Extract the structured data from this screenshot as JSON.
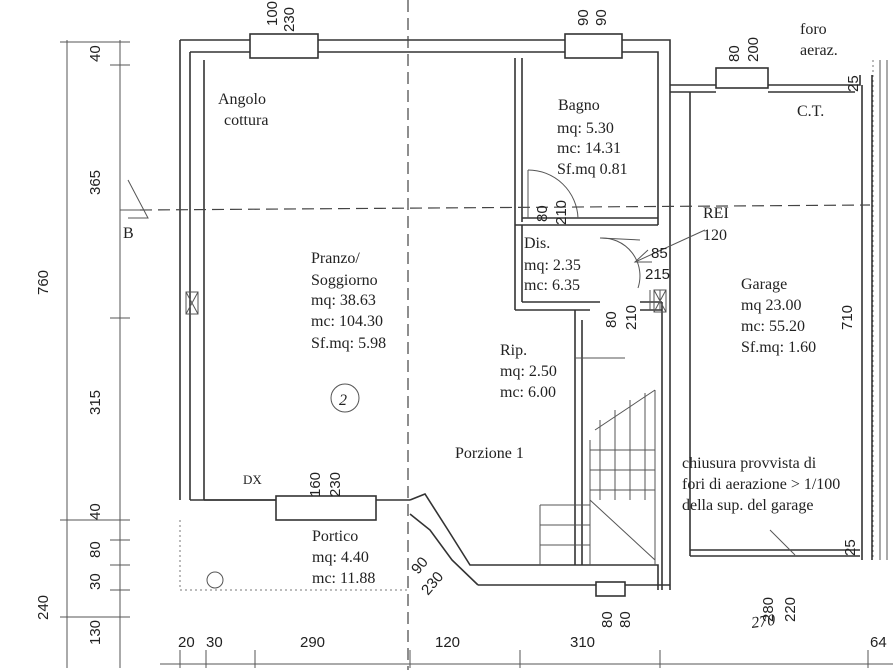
{
  "rooms": {
    "angolo_cottura": {
      "line1": "Angolo",
      "line2": "cottura"
    },
    "bagno": {
      "name": "Bagno",
      "mq": "mq: 5.30",
      "mc": "mc: 14.31",
      "sf": "Sf.mq 0.81"
    },
    "dis": {
      "name": "Dis.",
      "mq": "mq: 2.35",
      "mc": "mc: 6.35"
    },
    "pranzo": {
      "line1": "Pranzo/",
      "line2": "Soggiorno",
      "mq": "mq: 38.63",
      "mc": "mc: 104.30",
      "sf": "Sf.mq: 5.98"
    },
    "rip": {
      "name": "Rip.",
      "mq": "mq: 2.50",
      "mc": "mc: 6.00"
    },
    "garage": {
      "name": "Garage",
      "mq": "mq 23.00",
      "mc": "mc: 55.20",
      "sf": "Sf.mq: 1.60"
    },
    "ct": {
      "name": "C.T."
    },
    "portico": {
      "name": "Portico",
      "mq": "mq: 4.40",
      "mc": "mc: 11.88"
    },
    "porzione": {
      "name": "Porzione 1"
    }
  },
  "notes": {
    "foro": {
      "line1": "foro",
      "line2": "aeraz."
    },
    "rei": {
      "line1": "REI",
      "line2": "120"
    },
    "chiusura": {
      "line1": "chiusura provvista di",
      "line2": "fori di aerazione > 1/100",
      "line3": "della sup. del garage"
    },
    "section_b": "B",
    "dx": "DX",
    "handwritten_circle": "2",
    "handwritten_270": "270"
  },
  "dimensions": {
    "left_outer": [
      "760",
      "240"
    ],
    "left_inner": [
      "40",
      "365",
      "315",
      "40",
      "80",
      "30",
      "130"
    ],
    "bottom": [
      "20",
      "30",
      "290",
      "120",
      "310",
      "64"
    ],
    "right": "710",
    "top_window_1": [
      "100",
      "230"
    ],
    "top_window_2": [
      "90",
      "90"
    ],
    "top_window_3": [
      "80",
      "200"
    ],
    "bagno_door": [
      "80",
      "210"
    ],
    "rip_door": [
      "80",
      "210"
    ],
    "dis_door": [
      "85",
      "215"
    ],
    "portico_window": [
      "160",
      "230"
    ],
    "angled_door": [
      "90",
      "230"
    ],
    "bottom_door": [
      "80",
      "80"
    ],
    "garage_door": [
      "280",
      "220"
    ],
    "right_25_top": "25",
    "right_25_bottom": "25"
  }
}
